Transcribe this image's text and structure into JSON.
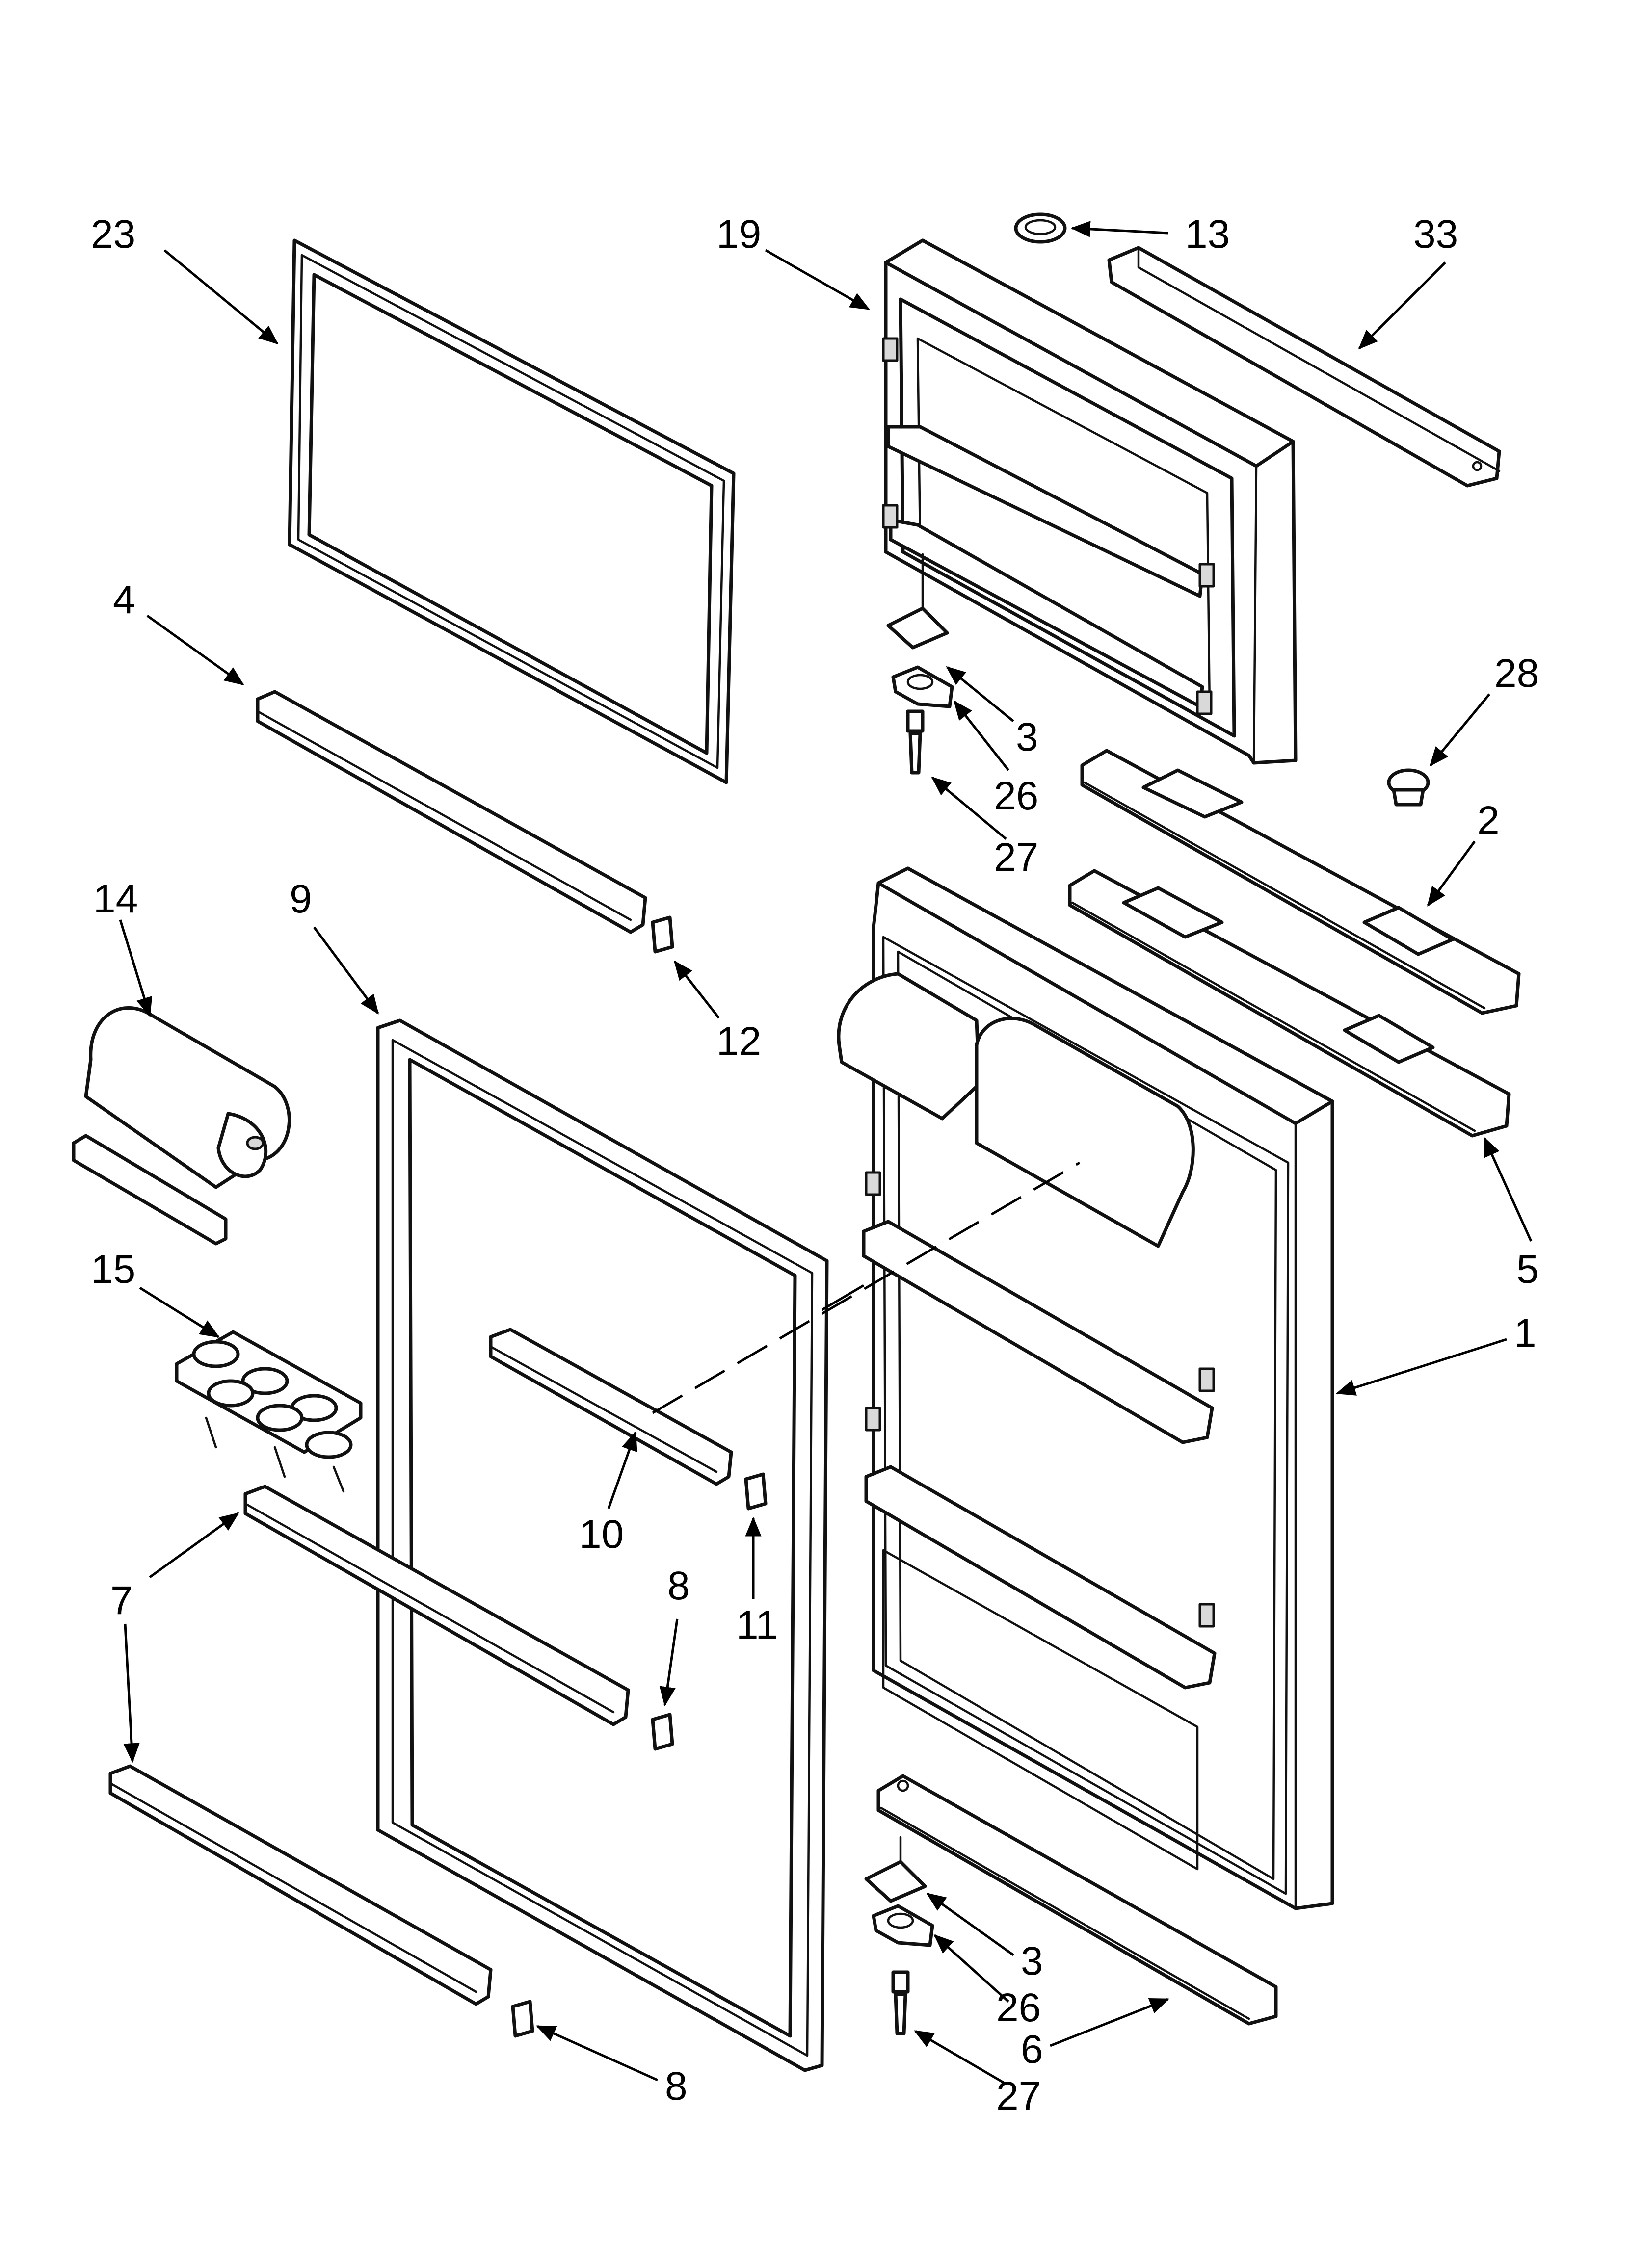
{
  "callouts": [
    {
      "id": "c23",
      "text": "23"
    },
    {
      "id": "c19",
      "text": "19"
    },
    {
      "id": "c13",
      "text": "13"
    },
    {
      "id": "c33",
      "text": "33"
    },
    {
      "id": "c4",
      "text": "4"
    },
    {
      "id": "c28",
      "text": "28"
    },
    {
      "id": "c3a",
      "text": "3"
    },
    {
      "id": "c26a",
      "text": "26"
    },
    {
      "id": "c27a",
      "text": "27"
    },
    {
      "id": "c2",
      "text": "2"
    },
    {
      "id": "c14",
      "text": "14"
    },
    {
      "id": "c9",
      "text": "9"
    },
    {
      "id": "c12",
      "text": "12"
    },
    {
      "id": "c5",
      "text": "5"
    },
    {
      "id": "c15",
      "text": "15"
    },
    {
      "id": "c1",
      "text": "1"
    },
    {
      "id": "c10",
      "text": "10"
    },
    {
      "id": "c8a",
      "text": "8"
    },
    {
      "id": "c11",
      "text": "11"
    },
    {
      "id": "c7",
      "text": "7"
    },
    {
      "id": "c3b",
      "text": "3"
    },
    {
      "id": "c26b",
      "text": "26"
    },
    {
      "id": "c6",
      "text": "6"
    },
    {
      "id": "c8b",
      "text": "8"
    },
    {
      "id": "c27b",
      "text": "27"
    }
  ]
}
